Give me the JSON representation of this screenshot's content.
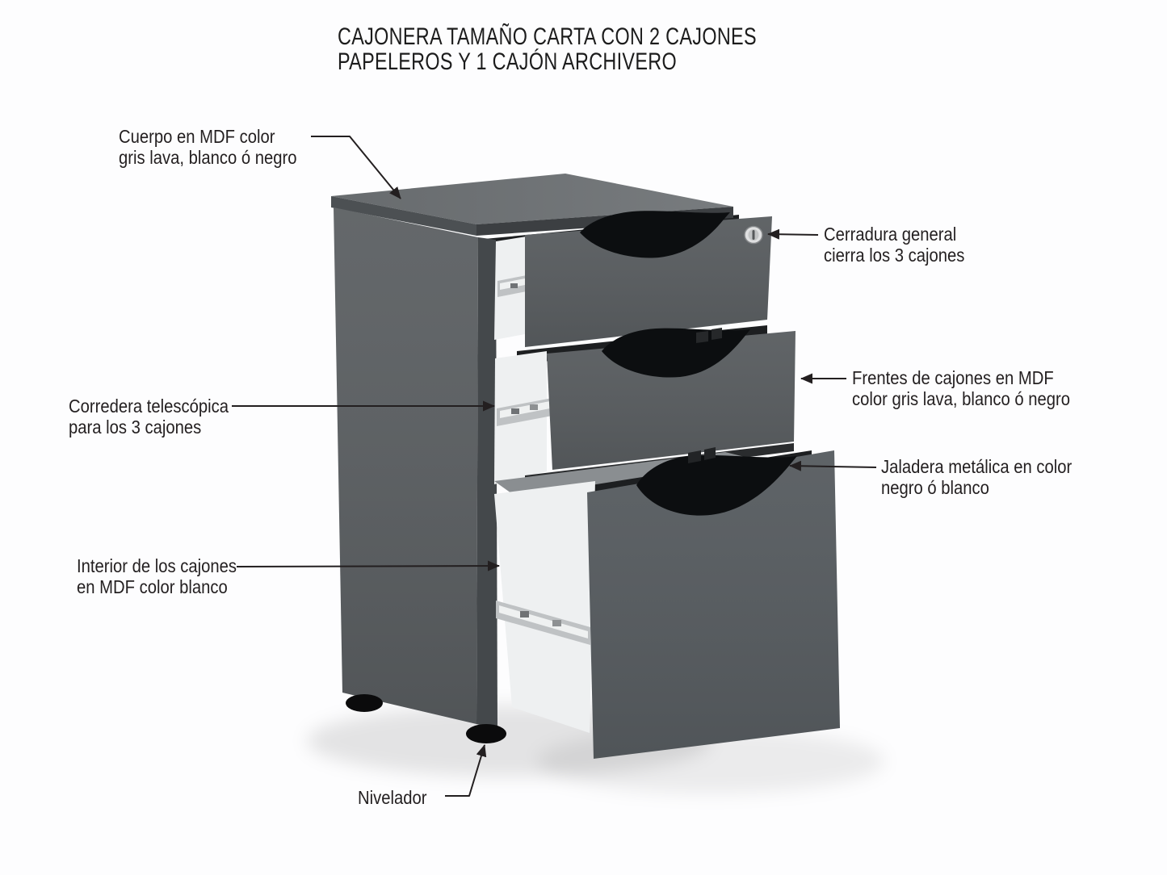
{
  "page": {
    "background": "#fdfdfe"
  },
  "title": {
    "line1": "CAJONERA TAMAÑO CARTA CON 2 CAJONES",
    "line2": "PAPELEROS Y 1 CAJÓN ARCHIVERO"
  },
  "labels": {
    "cuerpo": {
      "line1": "Cuerpo en MDF color",
      "line2": "gris lava, blanco ó negro"
    },
    "cerradura": {
      "line1": "Cerradura general",
      "line2": "cierra los 3 cajones"
    },
    "corredera": {
      "line1": "Corredera telescópica",
      "line2": "para los 3 cajones"
    },
    "frentes": {
      "line1": "Frentes de cajones en MDF",
      "line2": "color gris lava, blanco ó negro"
    },
    "jaladera": {
      "line1": "Jaladera metálica en color",
      "line2": "negro ó blanco"
    },
    "interior": {
      "line1": "Interior de los cajones",
      "line2": "en MDF color blanco"
    },
    "nivelador": {
      "line1": "Nivelador"
    }
  },
  "illustration": {
    "alt": "Cajonera gris lava con 2 cajones papeleros y 1 cajón archivero abiertos",
    "colors": {
      "top": "#6e7275",
      "top_edge_front": "#3c3f42",
      "top_edge_left": "#4c5053",
      "body_side": "#5a5e61",
      "front_strip": "#44484b",
      "drawer_front": "#585c5f",
      "drawer_front_big": "#565b5f",
      "interior_white": "#eef0f1",
      "opening_dark": "#1d1f21",
      "handle_black": "#0c0e10",
      "slide_chrome": "#bfc2c4",
      "slide_highlight": "#eff1f1",
      "shelf_gray": "#8a8e91",
      "lock_silver": "#dfe0e1",
      "foot_black": "#0b0b0c"
    }
  },
  "annotation_style": {
    "text_color": "#231f20",
    "line_color": "#231f20"
  }
}
